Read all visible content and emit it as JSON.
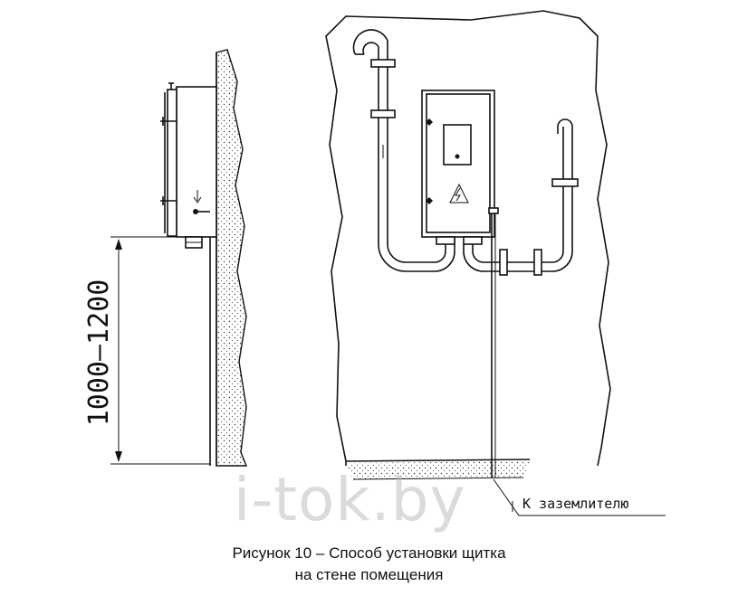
{
  "figure": {
    "dimension_label": "1000–1200",
    "ground_label": "К заземлителю",
    "caption_line1": "Рисунок 10 – Способ установки щитка",
    "caption_line2": "на стене помещения",
    "watermark": "i-tok.by"
  },
  "icons": [
    "lightning-warning-icon",
    "down-arrow-icon"
  ]
}
